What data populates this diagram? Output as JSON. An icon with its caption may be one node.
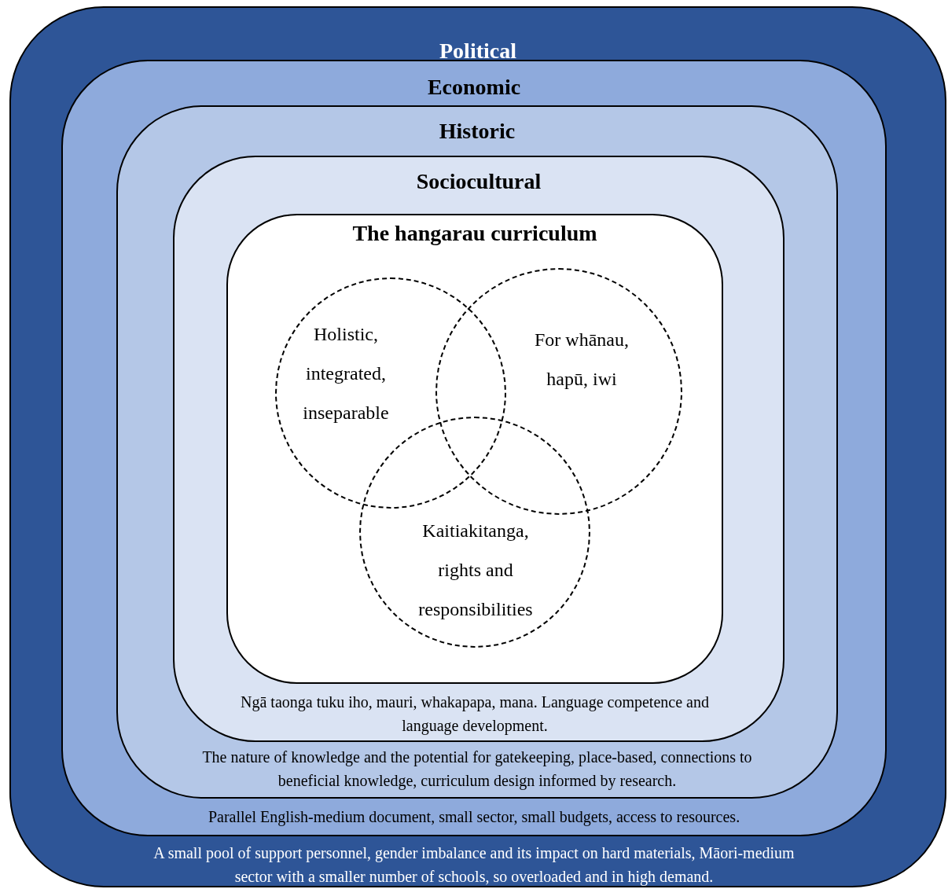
{
  "diagram": {
    "nodes": [
      {
        "text": [
          "Political",
          "A small pool of support personnel, gender imbalance and its impact on hard materials, Māori-medium sector with a smaller number of schools, so overloaded and in high demand."
        ]
      },
      {
        "text": [
          "Economic",
          "Parallel English-medium document, small sector, small budgets, access to resources."
        ],
        "in": 0
      },
      {
        "text": [
          "Historic",
          "The nature of knowledge and the potential for gatekeeping, place-based, connections to beneficial knowledge, curriculum design informed by research."
        ],
        "in": 1
      },
      {
        "text": [
          "Sociocultural",
          "Ngā taonga tuku iho, mauri, whakapapa, mana. Language competence and language development."
        ],
        "in": 2
      },
      {
        "text": [
          "The hangarau curriculum"
        ],
        "in": 3
      },
      {
        "text": [
          "Holistic, integrated, inseparable"
        ],
        "in": 4
      },
      {
        "text": [
          "For whānau, hapū, iwi"
        ],
        "in": 4
      },
      {
        "text": [
          "Kaitiakitanga, rights and responsibilities"
        ],
        "in": 4
      }
    ]
  }
}
